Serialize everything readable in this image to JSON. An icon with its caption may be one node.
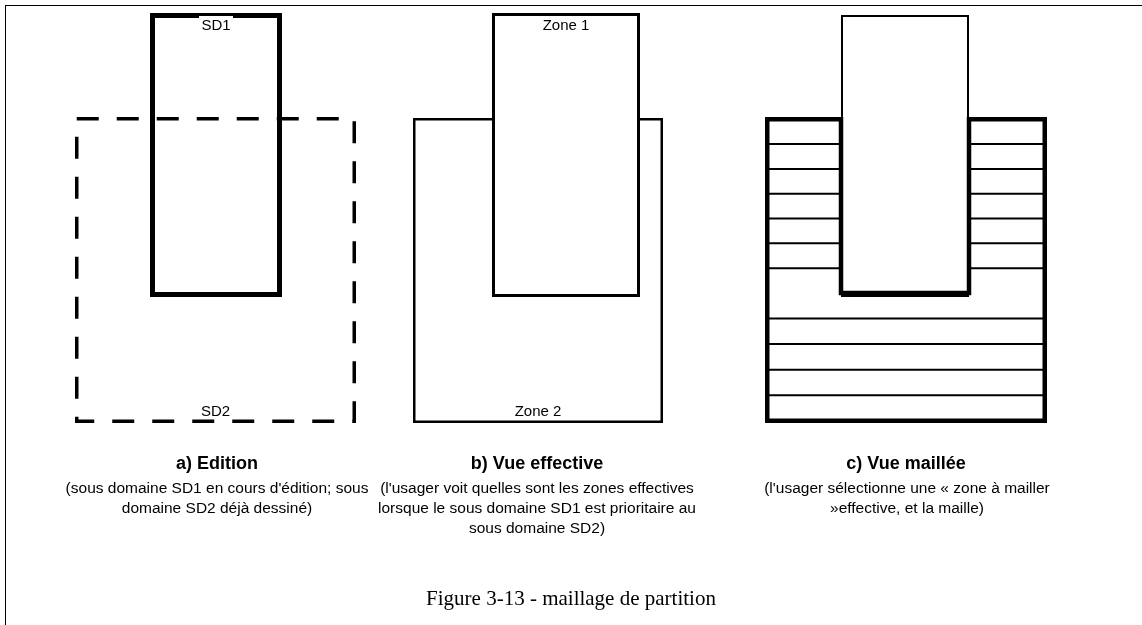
{
  "diagram": {
    "caption": "Figure 3-13 - maillage de partition",
    "nodes": [
      {
        "text": [
          "SD1"
        ]
      },
      {
        "text": [
          "SD2"
        ]
      },
      {
        "text": [
          "Zone 1"
        ]
      },
      {
        "text": [
          "Zone 2"
        ]
      },
      {
        "text": [],
        "shape": "box"
      },
      {
        "text": [],
        "shape": "box"
      }
    ],
    "labels": [
      "a) Edition",
      "(sous domaine SD1 en cours d'édition; sous domaine SD2 déjà dessiné)",
      "b) Vue effective",
      "(l'usager voit quelles sont les zones effectives lorsque le sous domaine SD1 est prioritaire au sous domaine SD2)",
      "c) Vue maillée",
      "(l'usager sélectionne une « zone à mailler  »effective, et la maille)"
    ]
  }
}
